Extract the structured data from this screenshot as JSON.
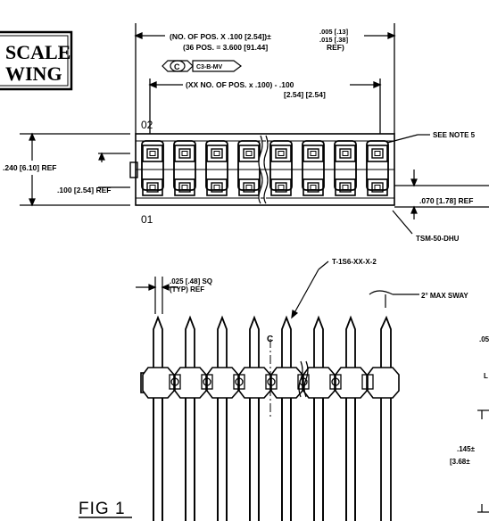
{
  "title_block": {
    "line1": "SCALE",
    "line2": "WING"
  },
  "dims": {
    "overall_l1": "(NO. OF POS. X .100 [2.54])±",
    "tol_top": ".005 [.13]",
    "tol_bot": ".015 [.38]",
    "overall_l2": "(36 POS. = 3.600 [91.44]",
    "ref": "REF)",
    "cl_symbol": "C",
    "part_callout": "C3-B-MV",
    "pitch_l1": "(XX NO. OF POS. x .100) - .100",
    "pitch_l2": "[2.54]   [2.54]",
    "height": ".240 [6.10] REF",
    "row_pitch": ".100 [2.54] REF",
    "body_thk": ".070 [1.78] REF",
    "pin_sq_l1": ".025 [.48] SQ",
    "pin_sq_l2": "(TYP) REF",
    "sway": "2° MAX SWAY",
    "d1": ".05",
    "d2": "L",
    "d3": ".145±",
    "d4": "[3.68±"
  },
  "labels": {
    "row2": "02",
    "row1": "01",
    "note5": "SEE NOTE 5",
    "tsm": "TSM-50-DHU",
    "tpart": "T-1S6-XX-X-2",
    "fig": "FIG 1",
    "cl_mark": "C"
  }
}
